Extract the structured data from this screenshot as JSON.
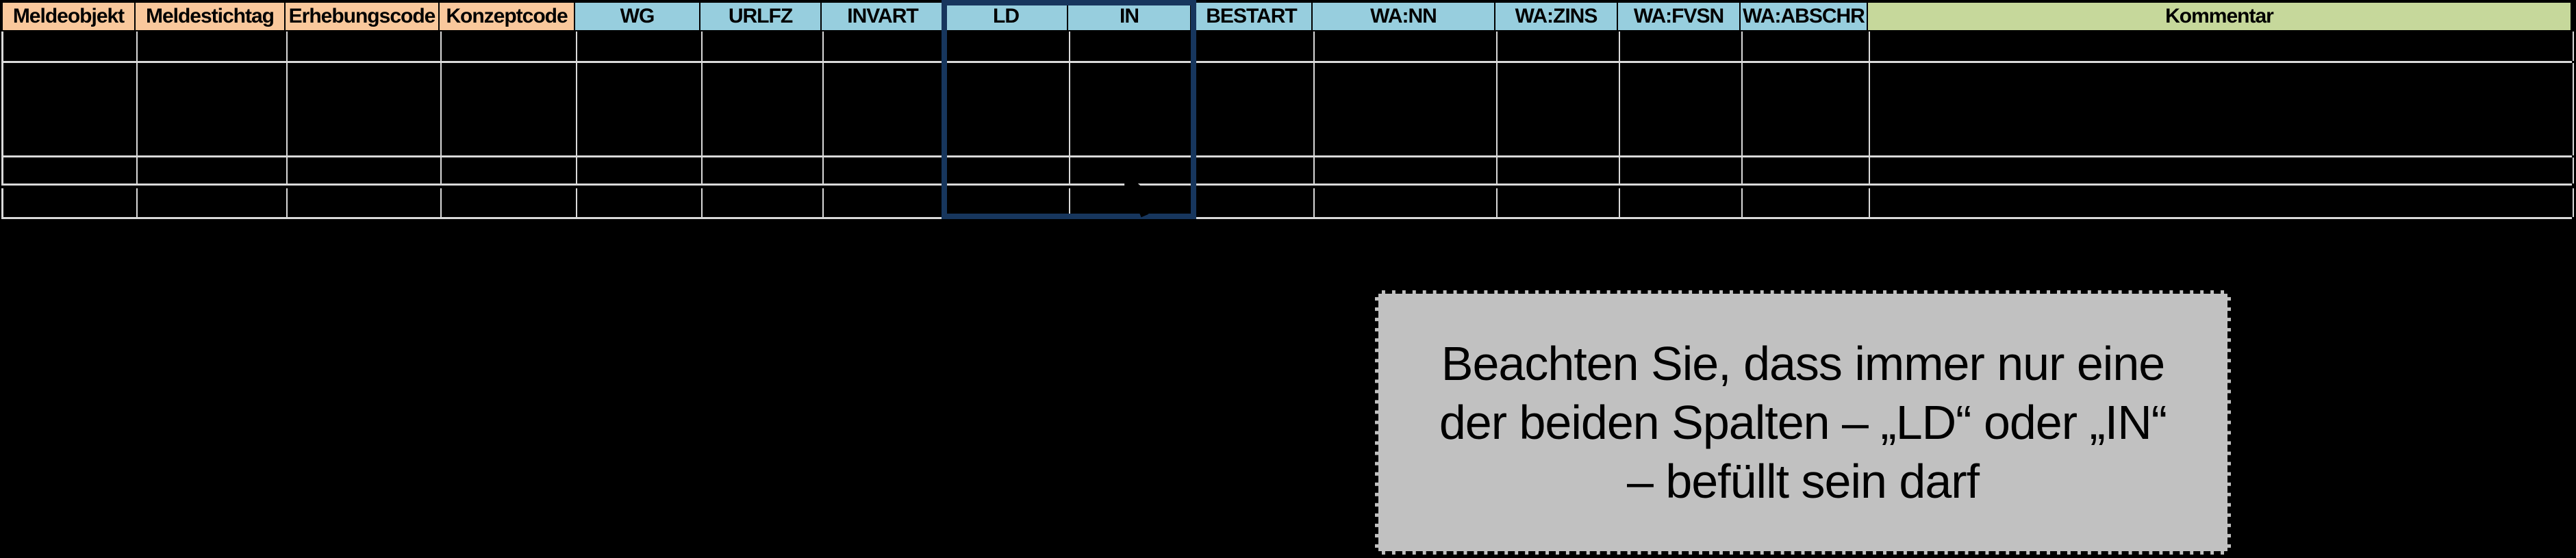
{
  "table": {
    "header": {
      "columns": [
        {
          "label": "Meldeobjekt",
          "group": "orange",
          "highlighted": false
        },
        {
          "label": "Meldestichtag",
          "group": "orange",
          "highlighted": false
        },
        {
          "label": "Erhebungscode",
          "group": "orange",
          "highlighted": false
        },
        {
          "label": "Konzeptcode",
          "group": "orange",
          "highlighted": false
        },
        {
          "label": "WG",
          "group": "blue",
          "highlighted": false
        },
        {
          "label": "URLFZ",
          "group": "blue",
          "highlighted": false
        },
        {
          "label": "INVART",
          "group": "blue",
          "highlighted": false
        },
        {
          "label": "LD",
          "group": "blue",
          "highlighted": true
        },
        {
          "label": "IN",
          "group": "blue",
          "highlighted": true
        },
        {
          "label": "BESTART",
          "group": "blue",
          "highlighted": false
        },
        {
          "label": "WA:NN",
          "group": "blue",
          "highlighted": false
        },
        {
          "label": "WA:ZINS",
          "group": "blue",
          "highlighted": false
        },
        {
          "label": "WA:FVSN",
          "group": "blue",
          "highlighted": false
        },
        {
          "label": "WA:ABSCHR",
          "group": "blue",
          "highlighted": false
        },
        {
          "label": "Kommentar",
          "group": "green",
          "highlighted": false
        }
      ]
    },
    "body": {
      "row_count": 4,
      "cells_empty": true
    }
  },
  "selection": {
    "highlighted_columns": [
      "LD",
      "IN"
    ]
  },
  "callout": {
    "lines": [
      "Beachten Sie, dass immer nur eine",
      "der beiden Spalten – „LD“ oder „IN“",
      "– befüllt sein darf"
    ]
  },
  "colors": {
    "background": "#000000",
    "header_orange": "#F9C89C",
    "header_blue": "#97CEDE",
    "header_green": "#C6D89B",
    "selection_border": "#17365D",
    "gridline": "#DADADA",
    "callout_background": "#C1C1C1",
    "callout_border": "#000000",
    "text": "#000000"
  },
  "icons": {
    "cursor": "mouse-pointer-icon"
  }
}
